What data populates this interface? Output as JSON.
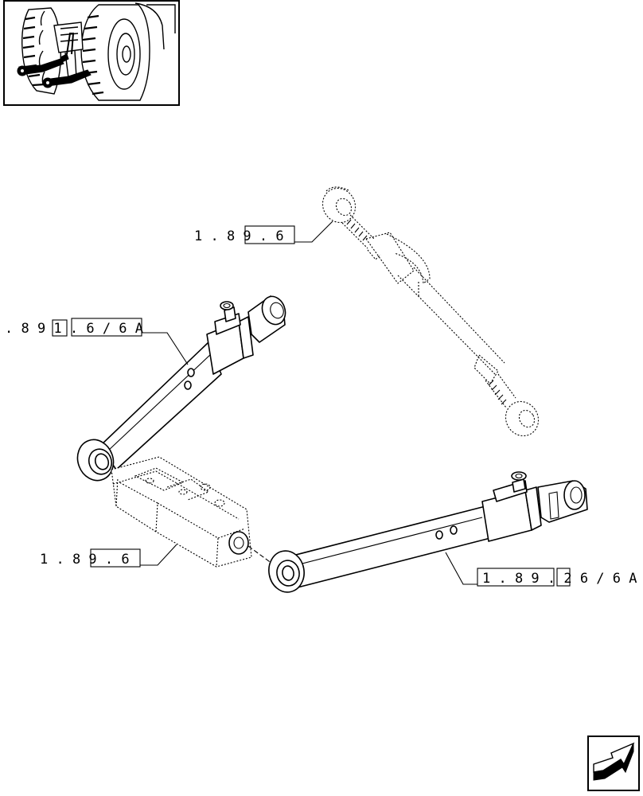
{
  "callouts": [
    {
      "id": "top-link",
      "text": "1 . 8 9 . 6"
    },
    {
      "id": "left-lower-link",
      "text": ". 8 9 1 . 6 / 6 A"
    },
    {
      "id": "support-bracket",
      "text": "1 . 8 9 . 6"
    },
    {
      "id": "right-lower-link",
      "text": "1 . 8 9 . 2 6 / 6 A"
    }
  ],
  "icons": {
    "thumbnail": "tractor-rear-thumbnail-icon",
    "navigation": "arrow-next-page-icon"
  }
}
